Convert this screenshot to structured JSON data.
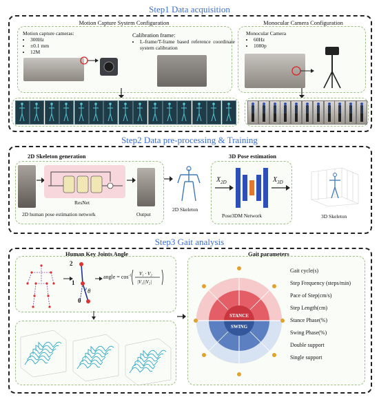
{
  "step1": {
    "title": "Step1 Data acquisition",
    "motion": {
      "title": "Motion Capture System Configuration",
      "cameras_label": "Motion capture cameras:",
      "specs": [
        "300Hz",
        "±0.1 mm",
        "12M"
      ],
      "calib_title": "Calibration frame:",
      "calib_desc": "L-frame/T-frame based reference coordinate system calibration"
    },
    "mono": {
      "title": "Monocular Camera Configuration",
      "label": "Monocular Camera",
      "specs": [
        "60Hz",
        "1080p"
      ]
    }
  },
  "step2": {
    "title": "Step2 Data pre-processing & Training",
    "skel_gen_title": "2D Skeleton generation",
    "resnet_label": "ResNet",
    "net_caption": "2D human pose estimation network",
    "output_label": "Output",
    "skel2d_label": "2D Skeleton",
    "pose_title": "3D Pose estimation",
    "x2d": "X",
    "x2d_sub": "2D",
    "x3d": "X",
    "x3d_sub": "3D",
    "pose_net": "Pose3DM Network",
    "skel3d_label": "3D Skeleton"
  },
  "step3": {
    "title": "Step3 Gait analysis",
    "joints_title": "Human Key Joints Angle",
    "joint_nums": [
      "2",
      "1",
      "0"
    ],
    "theta": "θ",
    "formula_lhs": "angle = cos",
    "formula_sup": "-1",
    "gait_title": "Gait parameters",
    "wheel": {
      "stance": "STANCE",
      "swing": "SWING"
    },
    "params": [
      "Gait cycle(s)",
      "Step Frequency (steps/min)",
      "Pace of Step(cm/s)",
      "Step Length(cm)",
      "Stance Phase(%)",
      "Swing Phase(%)",
      "Double support",
      "Single support"
    ]
  },
  "colors": {
    "step_title": "#3b6fd1",
    "sub_border": "#9fbf84",
    "stance": "#d9434c",
    "swing": "#3c63a8",
    "network_blue": "#2f4fb8",
    "network_orange": "#e0792f"
  }
}
